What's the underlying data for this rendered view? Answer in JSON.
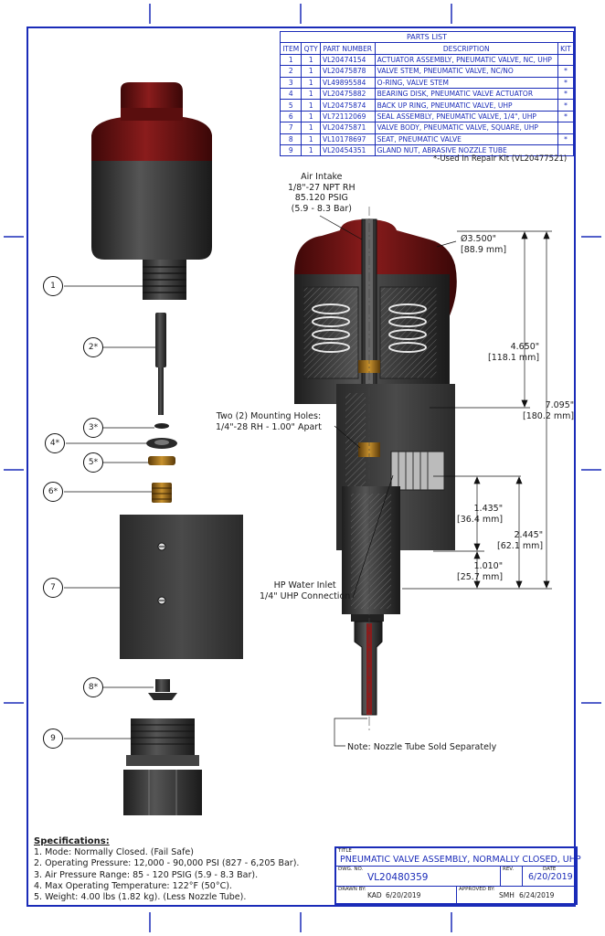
{
  "parts_list": {
    "title": "PARTS LIST",
    "headers": [
      "ITEM",
      "QTY",
      "PART NUMBER",
      "DESCRIPTION",
      "KIT"
    ],
    "rows": [
      {
        "item": "1",
        "qty": "1",
        "part": "VL20474154",
        "desc": "ACTUATOR ASSEMBLY, PNEUMATIC VALVE, NC, UHP",
        "kit": ""
      },
      {
        "item": "2",
        "qty": "1",
        "part": "VL20475878",
        "desc": "VALVE STEM, PNEUMATIC VALVE, NC/NO",
        "kit": "*"
      },
      {
        "item": "3",
        "qty": "1",
        "part": "VL49895584",
        "desc": "O-RING, VALVE STEM",
        "kit": "*"
      },
      {
        "item": "4",
        "qty": "1",
        "part": "VL20475882",
        "desc": "BEARING DISK, PNEUMATIC VALVE ACTUATOR",
        "kit": "*"
      },
      {
        "item": "5",
        "qty": "1",
        "part": "VL20475874",
        "desc": "BACK UP RING, PNEUMATIC VALVE, UHP",
        "kit": "*"
      },
      {
        "item": "6",
        "qty": "1",
        "part": "VL72112069",
        "desc": "SEAL ASSEMBLY, PNEUMATIC VALVE, 1/4\", UHP",
        "kit": "*"
      },
      {
        "item": "7",
        "qty": "1",
        "part": "VL20475871",
        "desc": "VALVE BODY, PNEUMATIC VALVE, SQUARE, UHP",
        "kit": ""
      },
      {
        "item": "8",
        "qty": "1",
        "part": "VL10178697",
        "desc": "SEAT, PNEUMATIC VALVE",
        "kit": "*"
      },
      {
        "item": "9",
        "qty": "1",
        "part": "VL20454351",
        "desc": "GLAND NUT, ABRASIVE NOZZLE TUBE",
        "kit": ""
      }
    ],
    "kit_note": "*-Used In Repair Kit (VL20477521)"
  },
  "balloons": [
    "1",
    "2*",
    "3*",
    "4*",
    "5*",
    "6*",
    "7",
    "8*",
    "9"
  ],
  "callouts": {
    "air_intake": [
      "Air Intake",
      "1/8\"-27 NPT RH",
      "85.120 PSIG",
      "(5.9 - 8.3 Bar)"
    ],
    "mounting": [
      "Two (2) Mounting Holes:",
      "1/4\"-28 RH - 1.00\" Apart"
    ],
    "water_inlet": [
      "HP Water Inlet",
      "1/4\" UHP Connection"
    ],
    "nozzle_note": "Note: Nozzle Tube Sold Separately"
  },
  "dimensions": {
    "diameter": [
      "Ø3.500\"",
      "[88.9 mm]"
    ],
    "d1": [
      "4.650\"",
      "[118.1 mm]"
    ],
    "d2": [
      "7.095\"",
      "[180.2 mm]"
    ],
    "d3": [
      "1.435\"",
      "[36.4 mm]"
    ],
    "d4": [
      "2.445\"",
      "[62.1 mm]"
    ],
    "d5": [
      "1.010\"",
      "[25.7 mm]"
    ]
  },
  "specifications": {
    "heading": "Specifications:",
    "items": [
      "1. Mode: Normally Closed. (Fail Safe)",
      "2. Operating Pressure: 12,000 - 90,000 PSI (827 - 6,205 Bar).",
      "3. Air Pressure Range: 85 - 120 PSIG (5.9 - 8.3 Bar).",
      "4. Max Operating Temperature: 122°F (50°C).",
      "5. Weight: 4.00 lbs (1.82 kg). (Less Nozzle Tube)."
    ]
  },
  "title_block": {
    "title_label": "TITLE",
    "title": "PNEUMATIC VALVE ASSEMBLY, NORMALLY CLOSED, UHP",
    "dwg_label": "DWG. NO.",
    "dwg_no": "VL20480359",
    "rev_label": "REV.",
    "rev": "",
    "date_label": "DATE",
    "date": "6/20/2019",
    "drawn_label": "DRAWN BY:",
    "drawn_by": "KAD",
    "drawn_date": "6/20/2019",
    "approved_label": "APPROVED BY:",
    "approved_by": "SMH",
    "approved_date": "6/24/2019"
  },
  "colors": {
    "border": "#1a2bb8",
    "cap_red": "#6e1414",
    "body_dark": "#3a3a3a",
    "brass": "#a8782a"
  }
}
